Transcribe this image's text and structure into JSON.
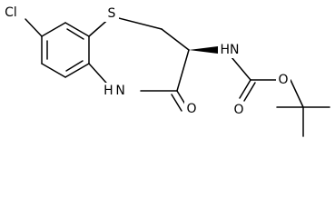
{
  "molecule": {
    "atoms": {
      "chlorine": "Cl",
      "sulfur": "S",
      "ring_nh": "H N",
      "lactam_oxygen": "O",
      "carbamate_nh": "HN",
      "ester_oxygen": "O",
      "carbonyl_oxygen": "O"
    }
  }
}
